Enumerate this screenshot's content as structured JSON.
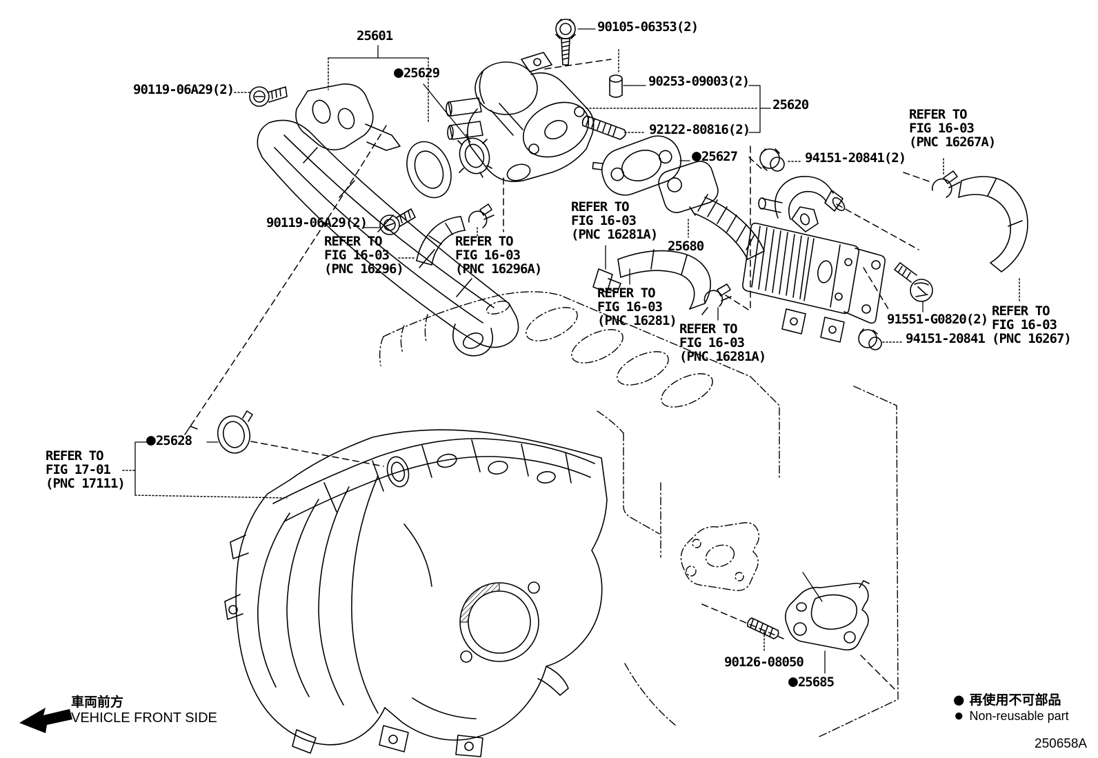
{
  "diagram": {
    "dot_glyph": "●",
    "part_labels": [
      {
        "text": "25601"
      },
      {
        "text": "90105-06353(2)"
      },
      {
        "text": "25629",
        "dot": true
      },
      {
        "text": "90119-06A29(2)"
      },
      {
        "text": "90253-09003(2)"
      },
      {
        "text": "25620"
      },
      {
        "text": "92122-80816(2)"
      },
      {
        "text": "25627",
        "dot": true
      },
      {
        "text": "94151-20841(2)"
      },
      {
        "text": "90119-06A29(2)"
      },
      {
        "text": "25680"
      },
      {
        "text": "91551-G0820(2)"
      },
      {
        "text": "94151-20841"
      },
      {
        "text": "25628",
        "dot": true
      },
      {
        "text": "90126-08050"
      },
      {
        "text": "25685",
        "dot": true
      }
    ],
    "ref_labels": [
      {
        "text": "REFER TO\nFIG 16-03\n(PNC 16267A)"
      },
      {
        "text": "REFER TO\nFIG 16-03\n(PNC 16296)"
      },
      {
        "text": "REFER TO\nFIG 16-03\n(PNC 16296A)"
      },
      {
        "text": "REFER TO\nFIG 16-03\n(PNC 16281A)"
      },
      {
        "text": "REFER TO\nFIG 16-03\n(PNC 16281)"
      },
      {
        "text": "REFER TO\nFIG 16-03\n(PNC 16281A)"
      },
      {
        "text": "REFER TO\nFIG 16-03\n(PNC 16267)"
      },
      {
        "text": "REFER TO\nFIG 17-01\n(PNC 17111)"
      }
    ],
    "footer": {
      "front_jp": "車両前方",
      "front_en": "VEHICLE FRONT SIDE",
      "legend_jp": "再使用不可部品",
      "legend_en": "Non-reusable part",
      "fig_code": "250658A"
    }
  }
}
